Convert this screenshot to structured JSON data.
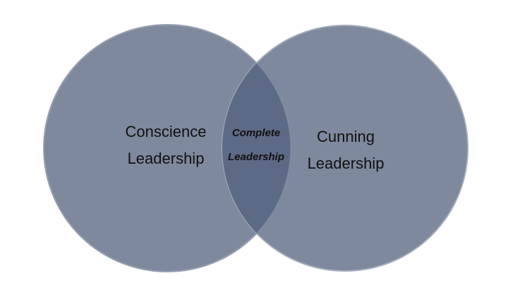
{
  "colors": {
    "circle_fill": "#7e899d",
    "circle_edge": "#a3acbb",
    "overlap_fill": "#5d6a85"
  },
  "left_circle": {
    "label_line1": "Conscience",
    "label_line2": "Leadership"
  },
  "right_circle": {
    "label_line1": "Cunning",
    "label_line2": "Leadership"
  },
  "overlap": {
    "label_line1": "Complete",
    "label_line2": "Leadership"
  }
}
